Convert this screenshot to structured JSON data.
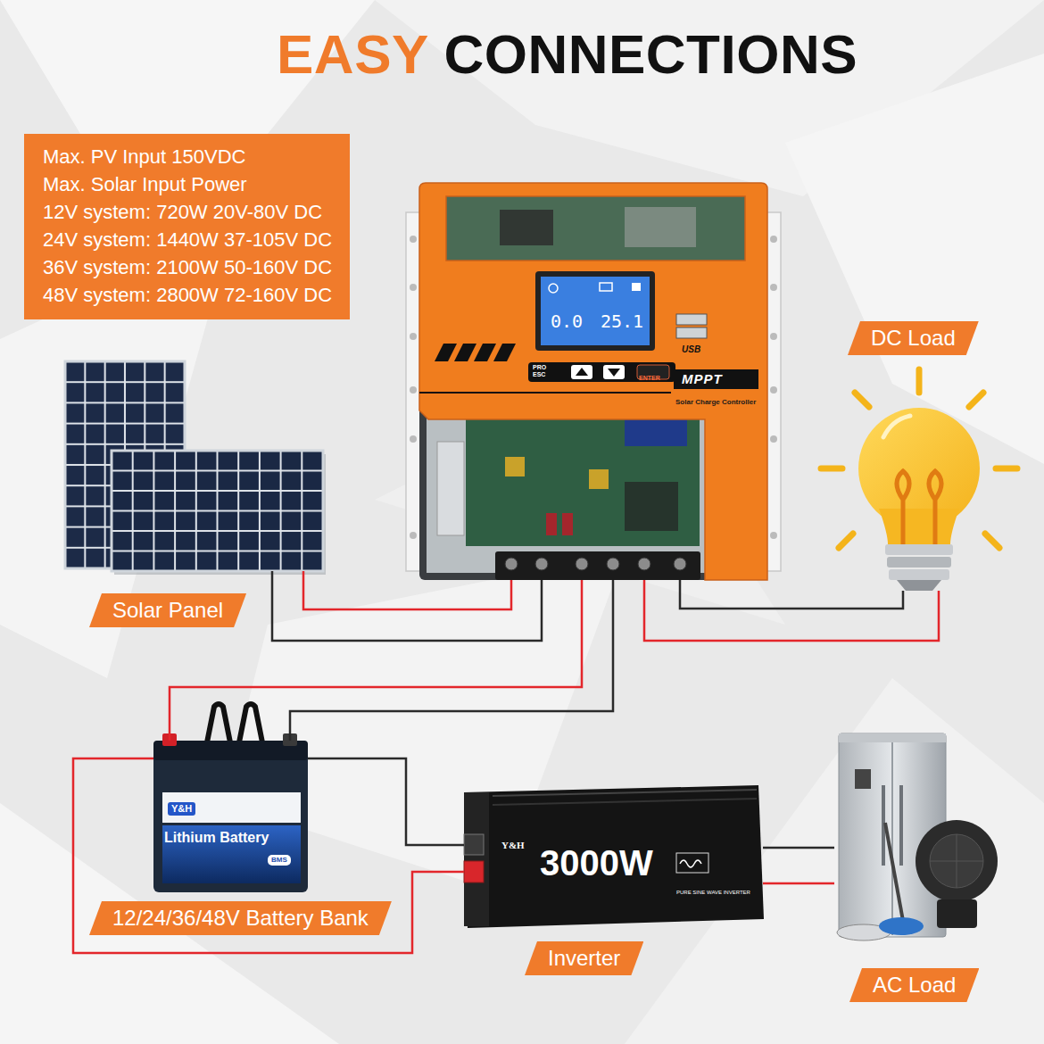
{
  "diagram": {
    "title": "EASY CONNECTIONS",
    "nodes": [
      {
        "text": [
          "Max. PV Input 150VDC",
          "Max. Solar Input Power",
          "12V system: 720W 20V-80V DC",
          "24V system: 1440W 37-105V DC",
          "36V system: 2100W 50-160V DC",
          "48V system: 2800W 72-160V DC"
        ]
      },
      {
        "text": [
          "0.0",
          "25.1",
          "USB",
          "PRO ESC",
          "ENTER",
          "MPPT",
          "Solar Charge Controller"
        ]
      },
      {
        "text": [
          "Solar Panel"
        ]
      },
      {
        "text": [
          "DC Load"
        ]
      },
      {
        "text": [
          "Y&H",
          "Lithium Battery",
          "BMS",
          "12/24/36/48V Battery Bank"
        ]
      },
      {
        "text": [
          "Y&H",
          "3000W",
          "PURE SINE WAVE INVERTER",
          "Inverter"
        ]
      },
      {
        "text": [
          "AC Load"
        ]
      }
    ],
    "edges": [
      {
        "from": 2,
        "to": 1,
        "arrow": "none"
      },
      {
        "from": 2,
        "to": 1,
        "arrow": "none"
      },
      {
        "from": 1,
        "to": 4,
        "arrow": "none"
      },
      {
        "from": 1,
        "to": 4,
        "arrow": "none"
      },
      {
        "from": 1,
        "to": 3,
        "arrow": "none"
      },
      {
        "from": 1,
        "to": 3,
        "arrow": "none"
      },
      {
        "from": 4,
        "to": 5,
        "arrow": "none"
      },
      {
        "from": 4,
        "to": 5,
        "arrow": "none"
      },
      {
        "from": 5,
        "to": 6,
        "arrow": "none"
      },
      {
        "from": 5,
        "to": 6,
        "arrow": "none"
      }
    ]
  }
}
